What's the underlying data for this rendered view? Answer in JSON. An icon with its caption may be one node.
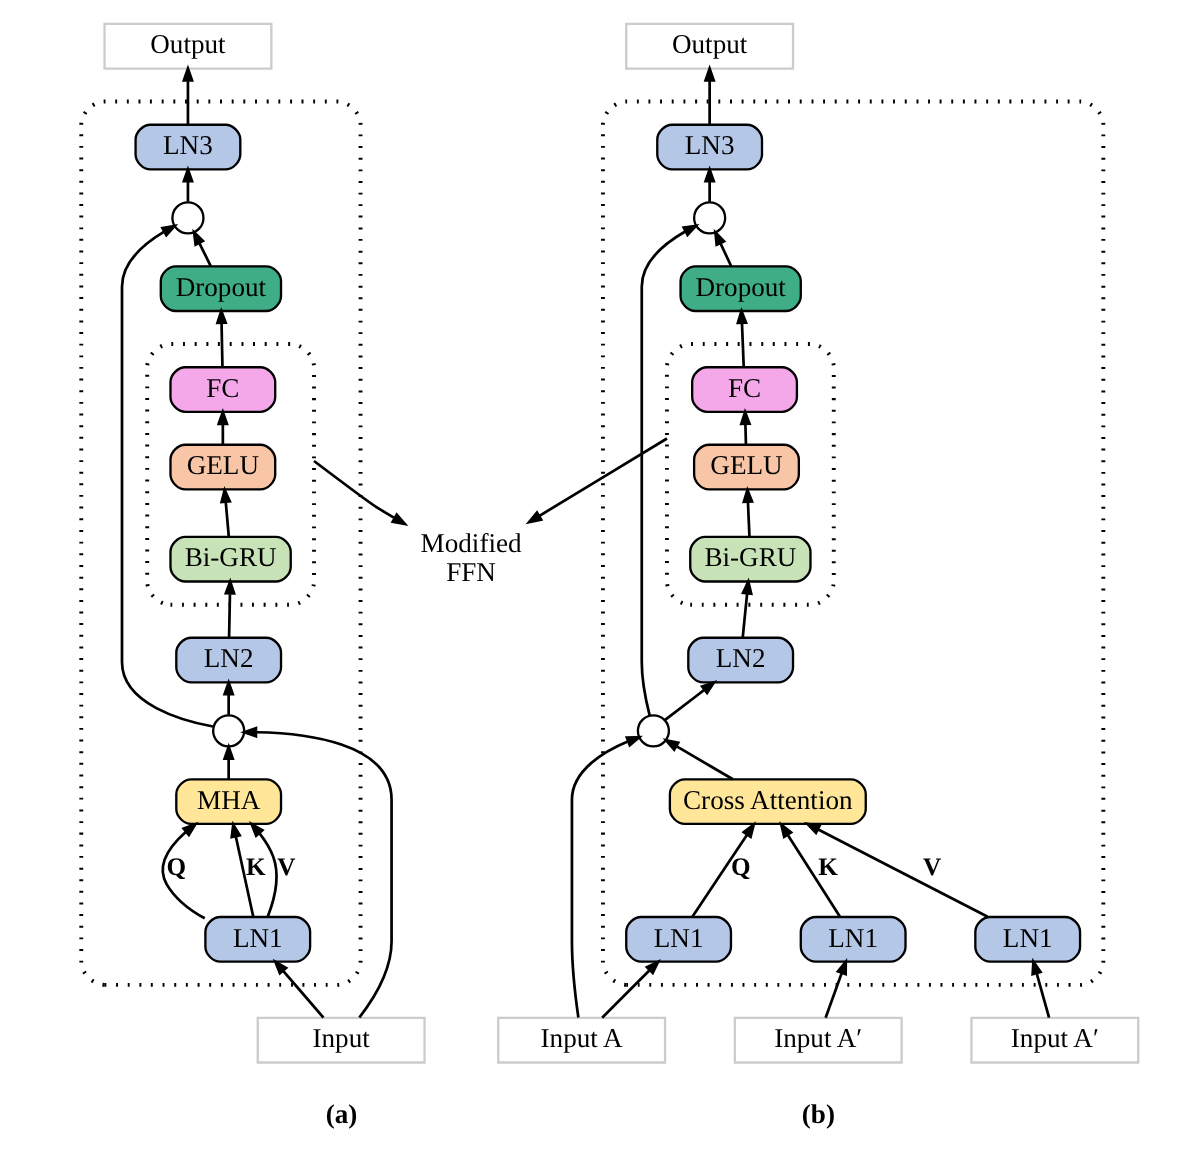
{
  "diagram": {
    "nodes": [
      {
        "text": [],
        "shape": "box"
      },
      {
        "text": [
          "Output"
        ]
      },
      {
        "text": [
          "LN3"
        ],
        "in": 0
      },
      {
        "text": [],
        "shape": "circle",
        "in": 0
      },
      {
        "text": [
          "Dropout"
        ],
        "in": 0
      },
      {
        "text": [],
        "shape": "box",
        "in": 0
      },
      {
        "text": [
          "FC"
        ],
        "in": 5
      },
      {
        "text": [
          "GELU"
        ],
        "in": 5
      },
      {
        "text": [
          "Bi-GRU"
        ],
        "in": 5
      },
      {
        "text": [
          "LN2"
        ],
        "in": 0
      },
      {
        "text": [],
        "shape": "circle",
        "in": 0
      },
      {
        "text": [
          "MHA"
        ],
        "in": 0
      },
      {
        "text": [
          "LN1"
        ],
        "in": 0
      },
      {
        "text": [
          "Input"
        ]
      },
      {
        "text": [
          "Modified FFN"
        ]
      },
      {
        "text": [],
        "shape": "box"
      },
      {
        "text": [
          "Output"
        ]
      },
      {
        "text": [
          "LN3"
        ],
        "in": 15
      },
      {
        "text": [],
        "shape": "circle",
        "in": 15
      },
      {
        "text": [
          "Dropout"
        ],
        "in": 15
      },
      {
        "text": [],
        "shape": "box",
        "in": 15
      },
      {
        "text": [
          "FC"
        ],
        "in": 20
      },
      {
        "text": [
          "GELU"
        ],
        "in": 20
      },
      {
        "text": [
          "Bi-GRU"
        ],
        "in": 20
      },
      {
        "text": [
          "LN2"
        ],
        "in": 15
      },
      {
        "text": [],
        "shape": "circle",
        "in": 15
      },
      {
        "text": [
          "Cross Attention"
        ],
        "in": 15
      },
      {
        "text": [
          "LN1"
        ],
        "in": 15
      },
      {
        "text": [
          "LN1"
        ],
        "in": 15
      },
      {
        "text": [
          "LN1"
        ],
        "in": 15
      },
      {
        "text": [
          "Input A"
        ]
      },
      {
        "text": [
          "Input A′"
        ]
      },
      {
        "text": [
          "Input A′"
        ]
      }
    ],
    "edges": [
      {
        "from": 13,
        "to": 12,
        "arrow": "to"
      },
      {
        "from": 13,
        "to": 10,
        "arrow": "to"
      },
      {
        "from": 12,
        "to": 11,
        "arrow": "to",
        "label": "Q"
      },
      {
        "from": 12,
        "to": 11,
        "arrow": "to",
        "label": "K"
      },
      {
        "from": 12,
        "to": 11,
        "arrow": "to",
        "label": "V"
      },
      {
        "from": 11,
        "to": 10,
        "arrow": "to"
      },
      {
        "from": 10,
        "to": 9,
        "arrow": "to"
      },
      {
        "from": 10,
        "to": 3,
        "arrow": "to"
      },
      {
        "from": 9,
        "to": 8,
        "arrow": "to"
      },
      {
        "from": 8,
        "to": 7,
        "arrow": "to"
      },
      {
        "from": 7,
        "to": 6,
        "arrow": "to"
      },
      {
        "from": 6,
        "to": 4,
        "arrow": "to"
      },
      {
        "from": 4,
        "to": 3,
        "arrow": "to"
      },
      {
        "from": 3,
        "to": 2,
        "arrow": "to"
      },
      {
        "from": 2,
        "to": 1,
        "arrow": "to"
      },
      {
        "from": 5,
        "to": 14,
        "arrow": "to"
      },
      {
        "from": 20,
        "to": 14,
        "arrow": "to"
      },
      {
        "from": 30,
        "to": 27,
        "arrow": "to"
      },
      {
        "from": 31,
        "to": 28,
        "arrow": "to"
      },
      {
        "from": 32,
        "to": 29,
        "arrow": "to"
      },
      {
        "from": 30,
        "to": 25,
        "arrow": "to"
      },
      {
        "from": 27,
        "to": 26,
        "arrow": "to",
        "label": "Q"
      },
      {
        "from": 28,
        "to": 26,
        "arrow": "to",
        "label": "K"
      },
      {
        "from": 29,
        "to": 26,
        "arrow": "to",
        "label": "V"
      },
      {
        "from": 26,
        "to": 25,
        "arrow": "to"
      },
      {
        "from": 25,
        "to": 24,
        "arrow": "to"
      },
      {
        "from": 25,
        "to": 18,
        "arrow": "to"
      },
      {
        "from": 24,
        "to": 23,
        "arrow": "to"
      },
      {
        "from": 23,
        "to": 22,
        "arrow": "to"
      },
      {
        "from": 22,
        "to": 21,
        "arrow": "to"
      },
      {
        "from": 21,
        "to": 19,
        "arrow": "to"
      },
      {
        "from": 19,
        "to": 18,
        "arrow": "to"
      },
      {
        "from": 18,
        "to": 17,
        "arrow": "to"
      },
      {
        "from": 17,
        "to": 16,
        "arrow": "to"
      }
    ],
    "labels": [
      "(a)",
      "(b)"
    ]
  }
}
